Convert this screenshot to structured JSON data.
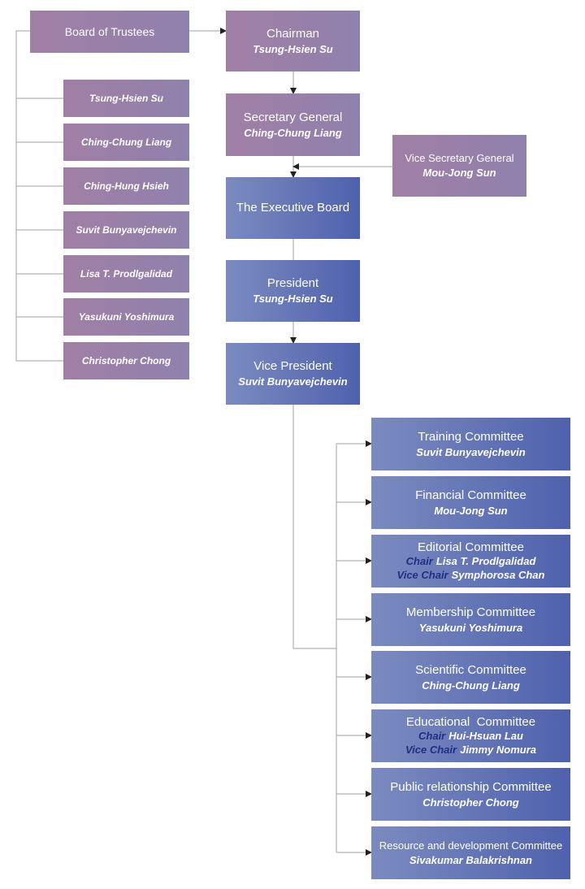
{
  "board": {
    "title": "Board of Trustees",
    "members": [
      "Tsung-Hsien Su",
      "Ching-Chung Liang",
      "Ching-Hung Hsieh",
      "Suvit Bunyavejchevin",
      "Lisa T. Prodlgalidad",
      "Yasukuni Yoshimura",
      "Christopher Chong"
    ]
  },
  "chairman": {
    "title": "Chairman",
    "name": "Tsung-Hsien Su"
  },
  "secretary_general": {
    "title": "Secretary General",
    "name": "Ching-Chung Liang"
  },
  "vice_secretary_general": {
    "title": "Vice Secretary General",
    "name": "Mou-Jong Sun"
  },
  "executive_board": {
    "title": "The Executive Board"
  },
  "president": {
    "title": "President",
    "name": "Tsung-Hsien Su"
  },
  "vice_president": {
    "title": "Vice President",
    "name": "Suvit Bunyavejchevin"
  },
  "committees": {
    "training": {
      "title": "Training Committee",
      "name": "Suvit Bunyavejchevin"
    },
    "financial": {
      "title": "Financial Committee",
      "name": "Mou-Jong Sun"
    },
    "editorial": {
      "title": "Editorial Committee",
      "chair_label": "Chair",
      "chair": "Lisa T. Prodlgalidad",
      "vice_chair_label": "Vice Chair",
      "vice_chair": "Symphorosa Chan"
    },
    "membership": {
      "title": "Membership Committee",
      "name": "Yasukuni Yoshimura"
    },
    "scientific": {
      "title": "Scientific Committee",
      "name": "Ching-Chung Liang"
    },
    "educational": {
      "title": "Educational  Committee",
      "chair_label": "Chair",
      "chair": "Hui-Hsuan Lau",
      "vice_chair_label": "Vice Chair",
      "vice_chair": "Jimmy Nomura"
    },
    "public_relationship": {
      "title": "Public relationship Committee",
      "name": "Christopher Chong"
    },
    "resource_development": {
      "title": "Resource and development Committee",
      "name": "Sivakumar Balakrishnan"
    }
  },
  "colors": {
    "purple_box": "#9a80a8",
    "blue_box": "#5f70b3",
    "connector": "#9a9a9a",
    "role_label": "#1e2f86"
  }
}
